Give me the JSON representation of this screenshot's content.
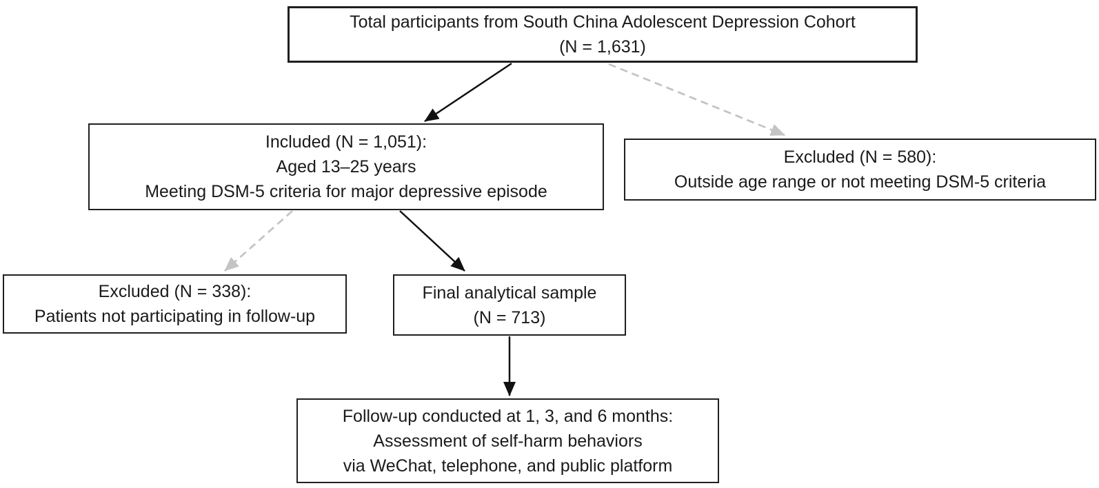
{
  "diagram": {
    "type": "flowchart",
    "nodes": {
      "total": {
        "line1": "Total participants from South China Adolescent Depression Cohort",
        "line2": "(N = 1,631)"
      },
      "included": {
        "line1": "Included (N = 1,051):",
        "line2": "Aged 13–25 years",
        "line3": "Meeting DSM-5 criteria for major depressive episode"
      },
      "excluded_initial": {
        "line1": "Excluded (N = 580):",
        "line2": "Outside age range or not meeting DSM-5 criteria"
      },
      "excluded_followup": {
        "line1": "Excluded (N = 338):",
        "line2": "Patients not participating in follow-up"
      },
      "final_sample": {
        "line1": "Final analytical sample",
        "line2": "(N = 713)"
      },
      "followup": {
        "line1": "Follow-up conducted at 1, 3, and 6 months:",
        "line2": "Assessment of self-harm behaviors",
        "line3": "via WeChat, telephone, and public platform"
      }
    },
    "edges": [
      {
        "from": "total",
        "to": "included",
        "style": "solid"
      },
      {
        "from": "total",
        "to": "excluded_initial",
        "style": "dashed"
      },
      {
        "from": "included",
        "to": "excluded_followup",
        "style": "dashed"
      },
      {
        "from": "included",
        "to": "final_sample",
        "style": "solid"
      },
      {
        "from": "final_sample",
        "to": "followup",
        "style": "solid"
      }
    ],
    "colors": {
      "background": "#ffffff",
      "box_border": "#1f1f1f",
      "text": "#1a1a1a",
      "solid_arrow": "#111111",
      "dashed_arrow": "#c4c4c4"
    }
  }
}
